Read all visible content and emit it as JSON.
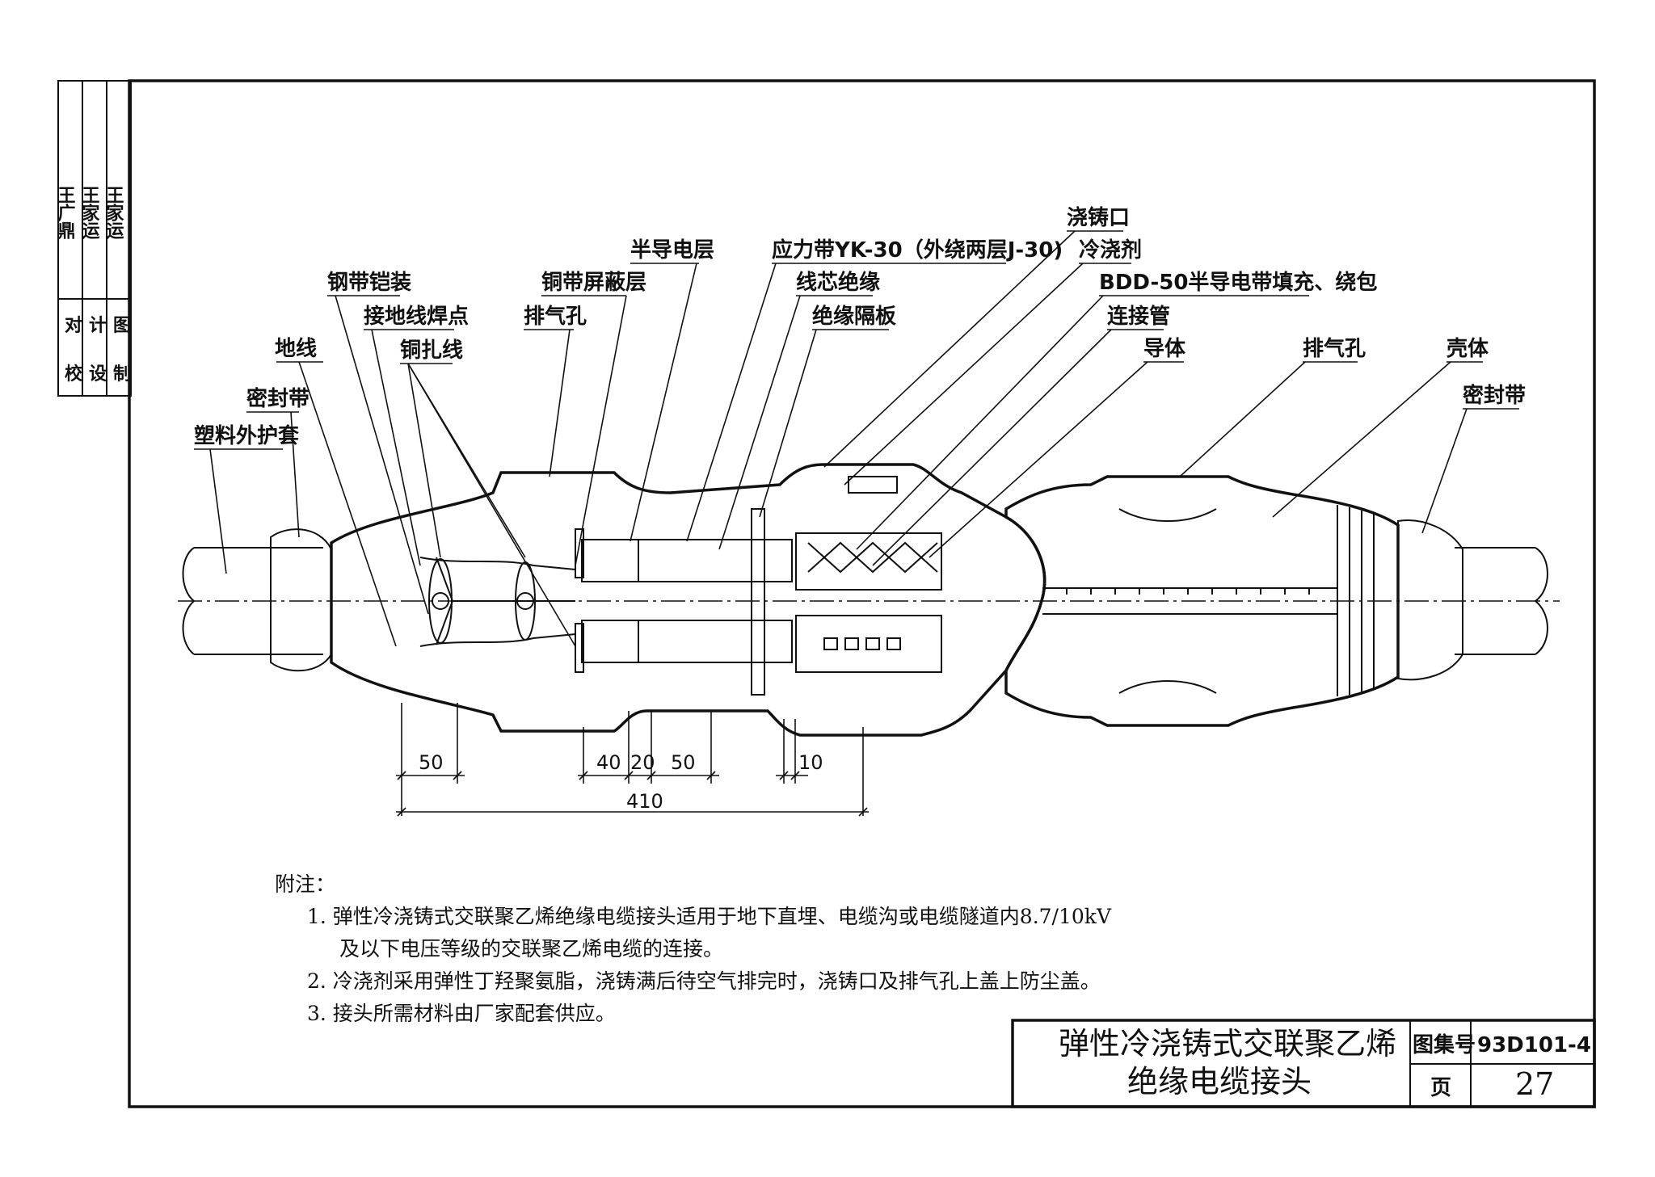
{
  "sidebar": {
    "roles": [
      "校",
      "设",
      "制"
    ],
    "roles2": [
      "对",
      "计",
      "图"
    ],
    "names": [
      "王广鼎",
      "王家运",
      "王家运"
    ]
  },
  "labels": {
    "ground_wire": "地线",
    "sealing_tape_left": "密封带",
    "plastic_sheath": "塑料外护套",
    "steel_armor": "钢带铠装",
    "ground_weld": "接地线焊点",
    "copper_tie": "铜扎线",
    "copper_shield": "铜带屏蔽层",
    "vent_hole_left": "排气孔",
    "semicon_layer": "半导电层",
    "stress_tape": "应力带YK-30（外绕两层J-30)",
    "core_insulation": "线芯绝缘",
    "insulation_baffle": "绝缘隔板",
    "pour_port": "浇铸口",
    "cold_pour": "冷浇剂",
    "bdd_tape": "BDD-50半导电带填充、绕包",
    "connector_tube": "连接管",
    "conductor": "导体",
    "vent_hole_right": "排气孔",
    "housing": "壳体",
    "sealing_tape_right": "密封带"
  },
  "dimensions": {
    "d50a": "50",
    "d40": "40",
    "d20": "20",
    "d50b": "50",
    "d10": "10",
    "total": "410"
  },
  "notes": {
    "heading": "附注：",
    "n1_line1": "1.  弹性冷浇铸式交联聚乙烯绝缘电缆接头适用于地下直埋、电缆沟或电缆隧道内8.7/10kV",
    "n1_line2": "及以下电压等级的交联聚乙烯电缆的连接。",
    "n2": "2.  冷浇剂采用弹性丁羟聚氨脂，浇铸满后待空气排完时，浇铸口及排气孔上盖上防尘盖。",
    "n3": "3.  接头所需材料由厂家配套供应。"
  },
  "title_block": {
    "title_line1": "弹性冷浇铸式交联聚乙烯",
    "title_line2": "绝缘电缆接头",
    "atlas_label": "图集号",
    "atlas_no": "93D101-4",
    "page_label": "页",
    "page_no": "27"
  }
}
